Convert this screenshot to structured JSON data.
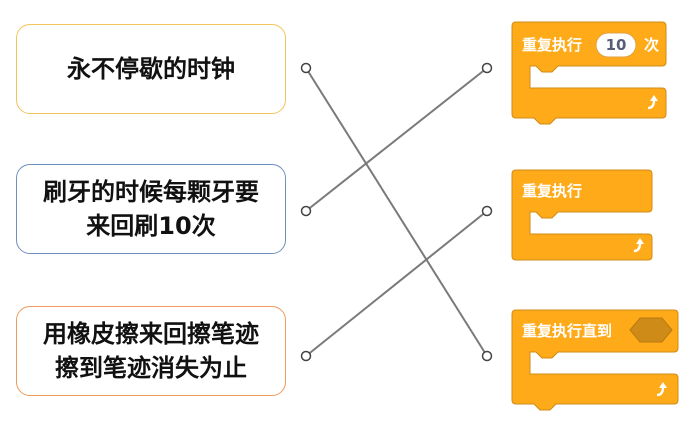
{
  "left_items": [
    {
      "lines": [
        "永不停歇的时钟"
      ]
    },
    {
      "lines": [
        "刷牙的时候每颗牙要",
        "来回刷10次"
      ]
    },
    {
      "lines": [
        "用橡皮擦来回擦笔迹",
        "擦到笔迹消失为止"
      ]
    }
  ],
  "blocks": {
    "repeat_n": {
      "label": "重复执行",
      "value": "10",
      "suffix": "次"
    },
    "forever": {
      "label": "重复执行"
    },
    "repeat_until": {
      "label": "重复执行直到"
    }
  },
  "connections": [
    {
      "from": "left_items.0",
      "to": "blocks.repeat_until"
    },
    {
      "from": "left_items.1",
      "to": "blocks.repeat_n"
    },
    {
      "from": "left_items.2",
      "to": "blocks.forever"
    }
  ],
  "colors": {
    "block_fill": "#ffab19",
    "block_stroke": "#cf8b17",
    "line": "#7a7a7a",
    "card_borders": [
      "#f2c55c",
      "#6f8fbf",
      "#ef9a5a"
    ]
  },
  "icons": [
    "loop-arrow-icon",
    "hexagon-slot-icon"
  ]
}
